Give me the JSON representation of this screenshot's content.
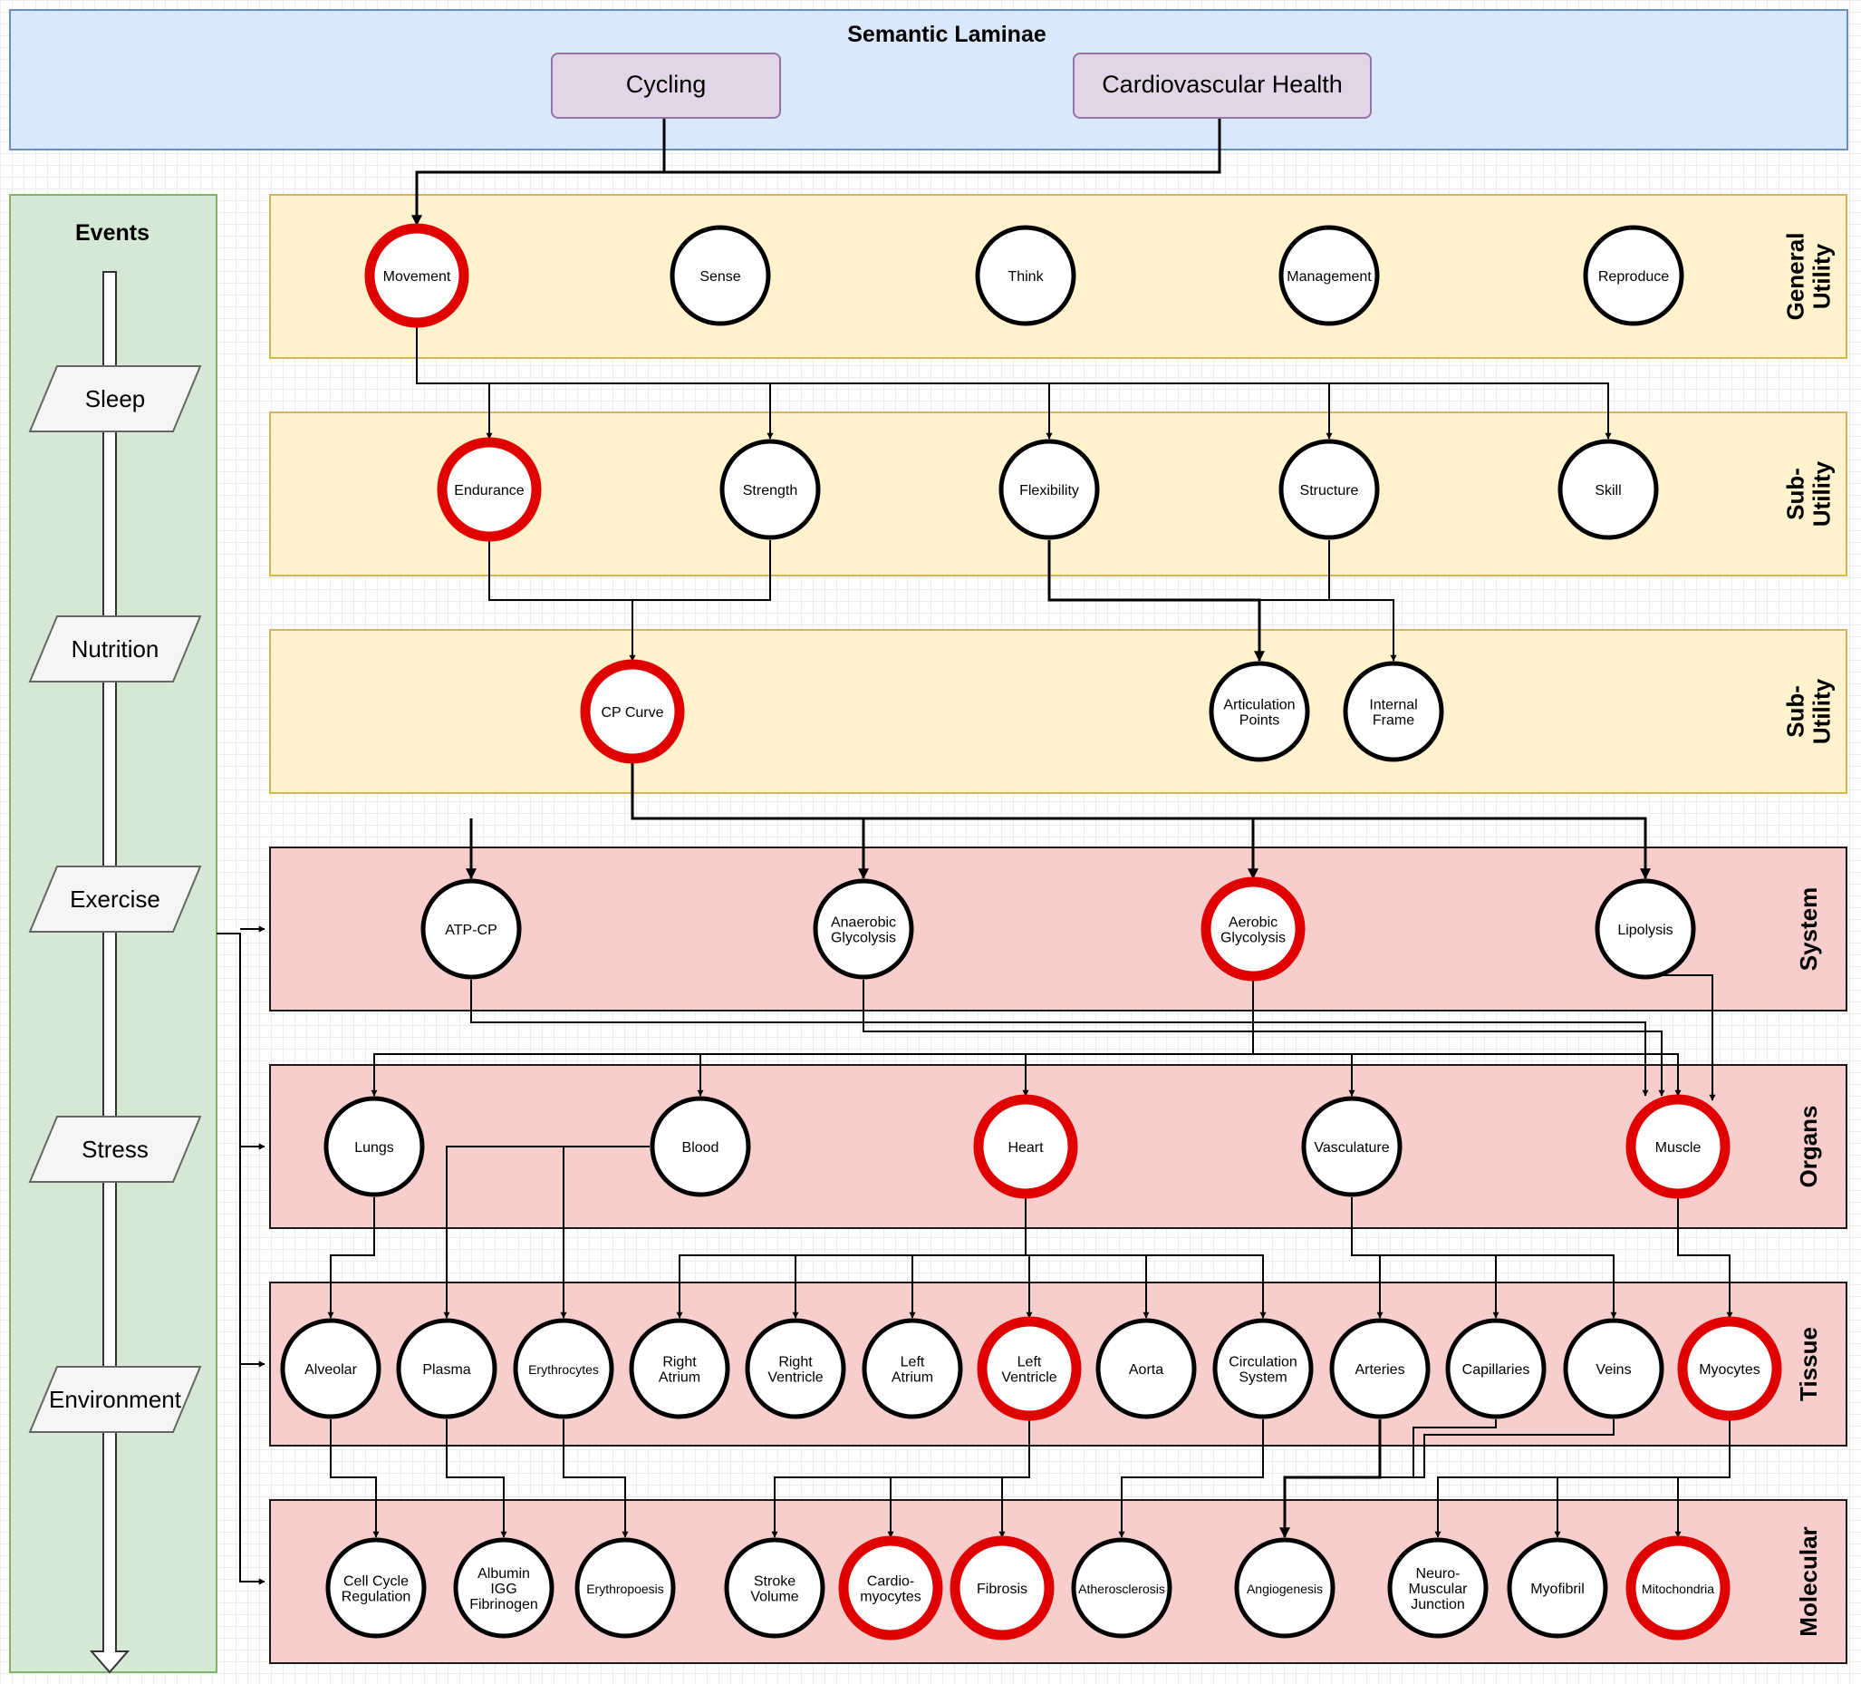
{
  "header": {
    "title": "Semantic Laminae",
    "boxes": [
      {
        "id": "cycling",
        "label": "Cycling"
      },
      {
        "id": "cardio",
        "label": "Cardiovascular Health"
      }
    ]
  },
  "events": {
    "title": "Events",
    "items": [
      "Sleep",
      "Nutrition",
      "Exercise",
      "Stress",
      "Environment"
    ]
  },
  "laminae": [
    {
      "id": "gu",
      "label": [
        "General",
        "Utility"
      ]
    },
    {
      "id": "su1",
      "label": [
        "Sub-",
        "Utility"
      ]
    },
    {
      "id": "su2",
      "label": [
        "Sub-",
        "Utility"
      ]
    },
    {
      "id": "sys",
      "label": [
        "System"
      ]
    },
    {
      "id": "org",
      "label": [
        "Organs"
      ]
    },
    {
      "id": "tis",
      "label": [
        "Tissue"
      ]
    },
    {
      "id": "mol",
      "label": [
        "Molecular"
      ]
    }
  ],
  "nodes": [
    {
      "id": "movement",
      "label": [
        "Movement"
      ],
      "highlight": true
    },
    {
      "id": "sense",
      "label": [
        "Sense"
      ],
      "highlight": false
    },
    {
      "id": "think",
      "label": [
        "Think"
      ],
      "highlight": false
    },
    {
      "id": "management",
      "label": [
        "Management"
      ],
      "highlight": false
    },
    {
      "id": "reproduce",
      "label": [
        "Reproduce"
      ],
      "highlight": false
    },
    {
      "id": "endurance",
      "label": [
        "Endurance"
      ],
      "highlight": true
    },
    {
      "id": "strength",
      "label": [
        "Strength"
      ],
      "highlight": false
    },
    {
      "id": "flexibility",
      "label": [
        "Flexibility"
      ],
      "highlight": false
    },
    {
      "id": "structure",
      "label": [
        "Structure"
      ],
      "highlight": false
    },
    {
      "id": "skill",
      "label": [
        "Skill"
      ],
      "highlight": false
    },
    {
      "id": "cpcurve",
      "label": [
        "CP Curve"
      ],
      "highlight": true
    },
    {
      "id": "articulation",
      "label": [
        "Articulation",
        "Points"
      ],
      "highlight": false
    },
    {
      "id": "internalframe",
      "label": [
        "Internal",
        "Frame"
      ],
      "highlight": false
    },
    {
      "id": "atpcp",
      "label": [
        "ATP-CP"
      ],
      "highlight": false
    },
    {
      "id": "anaerobic",
      "label": [
        "Anaerobic",
        "Glycolysis"
      ],
      "highlight": false
    },
    {
      "id": "aerobic",
      "label": [
        "Aerobic",
        "Glycolysis"
      ],
      "highlight": true
    },
    {
      "id": "lipolysis",
      "label": [
        "Lipolysis"
      ],
      "highlight": false
    },
    {
      "id": "lungs",
      "label": [
        "Lungs"
      ],
      "highlight": false
    },
    {
      "id": "blood",
      "label": [
        "Blood"
      ],
      "highlight": false
    },
    {
      "id": "heart",
      "label": [
        "Heart"
      ],
      "highlight": true
    },
    {
      "id": "vasculature",
      "label": [
        "Vasculature"
      ],
      "highlight": false
    },
    {
      "id": "muscle",
      "label": [
        "Muscle"
      ],
      "highlight": true
    },
    {
      "id": "alveolar",
      "label": [
        "Alveolar"
      ],
      "highlight": false
    },
    {
      "id": "plasma",
      "label": [
        "Plasma"
      ],
      "highlight": false
    },
    {
      "id": "erythrocytes",
      "label": [
        "Erythrocytes"
      ],
      "highlight": false
    },
    {
      "id": "ratrium",
      "label": [
        "Right",
        "Atrium"
      ],
      "highlight": false
    },
    {
      "id": "rventricle",
      "label": [
        "Right",
        "Ventricle"
      ],
      "highlight": false
    },
    {
      "id": "latrium",
      "label": [
        "Left",
        "Atrium"
      ],
      "highlight": false
    },
    {
      "id": "lventricle",
      "label": [
        "Left",
        "Ventricle"
      ],
      "highlight": true
    },
    {
      "id": "aorta",
      "label": [
        "Aorta"
      ],
      "highlight": false
    },
    {
      "id": "circulation",
      "label": [
        "Circulation",
        "System"
      ],
      "highlight": false
    },
    {
      "id": "arteries",
      "label": [
        "Arteries"
      ],
      "highlight": false
    },
    {
      "id": "capillaries",
      "label": [
        "Capillaries"
      ],
      "highlight": false
    },
    {
      "id": "veins",
      "label": [
        "Veins"
      ],
      "highlight": false
    },
    {
      "id": "myocytes",
      "label": [
        "Myocytes"
      ],
      "highlight": true
    },
    {
      "id": "cellcycle",
      "label": [
        "Cell Cycle",
        "Regulation"
      ],
      "highlight": false
    },
    {
      "id": "albumin",
      "label": [
        "Albumin",
        "IGG",
        "Fibrinogen"
      ],
      "highlight": false
    },
    {
      "id": "erythropoesis",
      "label": [
        "Erythropoesis"
      ],
      "highlight": false
    },
    {
      "id": "strokevolume",
      "label": [
        "Stroke",
        "Volume"
      ],
      "highlight": false
    },
    {
      "id": "cardiomyocytes",
      "label": [
        "Cardio-",
        "myocytes"
      ],
      "highlight": true
    },
    {
      "id": "fibrosis",
      "label": [
        "Fibrosis"
      ],
      "highlight": true
    },
    {
      "id": "atherosclerosis",
      "label": [
        "Atherosclerosis"
      ],
      "highlight": false
    },
    {
      "id": "angiogenesis",
      "label": [
        "Angiogenesis"
      ],
      "highlight": false
    },
    {
      "id": "nmj",
      "label": [
        "Neuro-",
        "Muscular",
        "Junction"
      ],
      "highlight": false
    },
    {
      "id": "myofibril",
      "label": [
        "Myofibril"
      ],
      "highlight": false
    },
    {
      "id": "mitochondria",
      "label": [
        "Mitochondria"
      ],
      "highlight": true
    }
  ],
  "colors": {
    "header_fill": "#dae8fc",
    "header_stroke": "#6c8ebf",
    "box_fill": "#e1d5e7",
    "box_stroke": "#9673a6",
    "utility_fill": "#fff2cc",
    "utility_stroke": "#d6b656",
    "bio_fill": "#f8cecc",
    "bio_stroke": "#1a1a1a",
    "events_fill": "#d5e8d4",
    "events_stroke": "#82b366",
    "highlight": "#e00000"
  }
}
